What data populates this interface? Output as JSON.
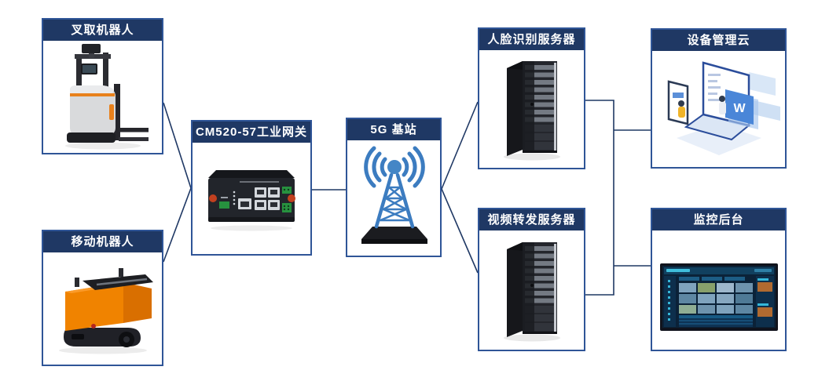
{
  "colors": {
    "canvas_bg": "#ffffff",
    "header_bg": "#1f3864",
    "header_text": "#ffffff",
    "box_border": "#2f5597",
    "connector": "#1f3864"
  },
  "nodes": {
    "fork_robot": {
      "label": "叉取机器人"
    },
    "mobile_robot": {
      "label": "移动机器人"
    },
    "gateway": {
      "label": "CM520-57工业网关"
    },
    "station_5g": {
      "label": "5G 基站"
    },
    "face_server": {
      "label": "人脸识别服务器"
    },
    "video_server": {
      "label": "视频转发服务器"
    },
    "cloud": {
      "label": "设备管理云",
      "illustration_letter": "W"
    },
    "monitor": {
      "label": "监控后台"
    }
  },
  "edges": [
    {
      "from": "叉取机器人",
      "to": "CM520-57工业网关"
    },
    {
      "from": "移动机器人",
      "to": "CM520-57工业网关"
    },
    {
      "from": "CM520-57工业网关",
      "to": "5G 基站"
    },
    {
      "from": "5G 基站",
      "to": "人脸识别服务器"
    },
    {
      "from": "5G 基站",
      "to": "视频转发服务器"
    },
    {
      "from": "人脸识别服务器",
      "to": "设备管理云"
    },
    {
      "from": "视频转发服务器",
      "to": "监控后台"
    }
  ]
}
